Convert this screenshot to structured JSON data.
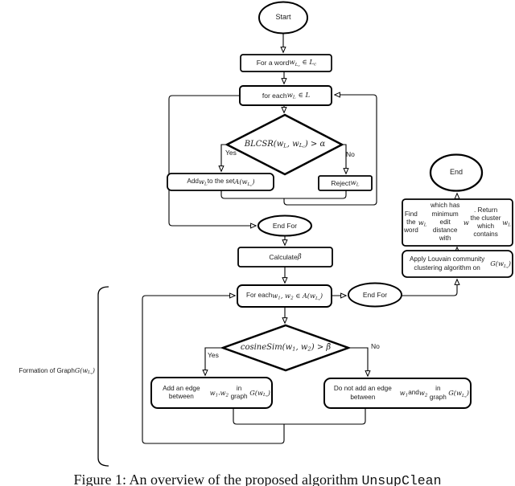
{
  "figure": {
    "caption": {
      "prefix": "Figure 1: An overview of the proposed algorithm ",
      "algorithm_name": "UnsupClean"
    },
    "brace_label": "Formation of Graph $G(w_{L_c})$"
  },
  "flowchart": {
    "nodes": {
      "start": "Start",
      "for_word": "For a word $w_{L_c} ∈ L_c$",
      "for_each_word": "for each $w_L ∈ L$",
      "blcsr_decision": "$BLCSR(w_L, w_{L_c}) > α$",
      "add_word": "Add $w_L$ to the set $A(w_{L_c})$",
      "reject_word": "Reject $w_L$",
      "end_for_inner": "End For",
      "calculate_beta": "Calculate $β̄$",
      "for_each_pair": "For each $w_1, w_2 ∈ A(w_{L_c})$",
      "cosine_decision": "$cosineSim(w_1, w_2) > β̄$",
      "add_edge": "Add an edge between $w_1$ , $w_2$ in graph $G(w_{L_c})$",
      "no_edge": "Do not add an edge between $w_1$ and $w_2$ in graph $G(w_{L_c})$",
      "end_for_outer": "End For",
      "apply_louvain": "Apply Louvain community clustering algorithm on $G(w_{L_c})$",
      "find_word": "Find the word $w_L$ which has minimum edit distance with $w$. Return the cluster which contains $w_L$",
      "end": "End"
    },
    "edge_labels": {
      "blcsr_yes": "Yes",
      "blcsr_no": "No",
      "cosine_yes": "Yes",
      "cosine_no": "No"
    }
  }
}
